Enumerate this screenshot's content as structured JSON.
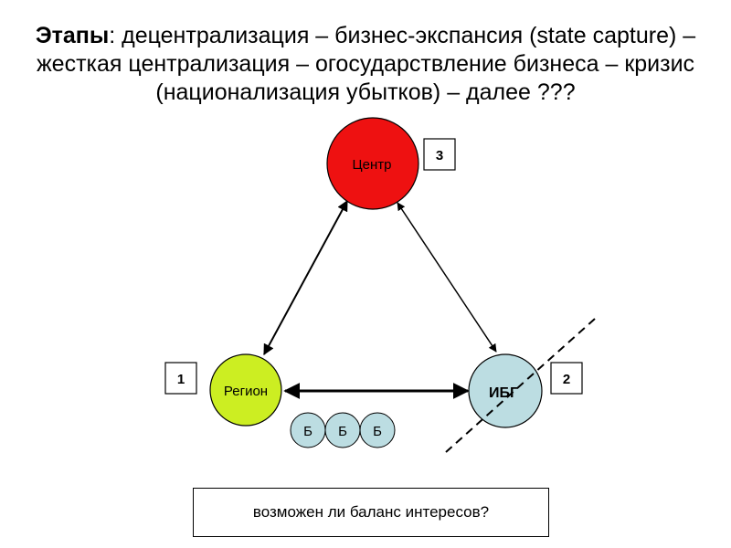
{
  "title": {
    "bold": "Этапы",
    "rest": ": децентрализация – бизнес-экспансия (state capture) – жесткая централизация – огосударствление бизнеса – кризис (национализация убытков) – далее ???"
  },
  "nodes": {
    "center": {
      "label": "Центр",
      "badge": "3",
      "color": "#ee1111"
    },
    "region": {
      "label": "Регион",
      "badge": "1",
      "color": "#ccee22"
    },
    "ibg": {
      "label": "ИБГ",
      "badge": "2",
      "color": "#bcdde2"
    }
  },
  "banks": [
    "Б",
    "Б",
    "Б"
  ],
  "banks_color": "#bcdde2",
  "question": "возможен ли баланс интересов?"
}
